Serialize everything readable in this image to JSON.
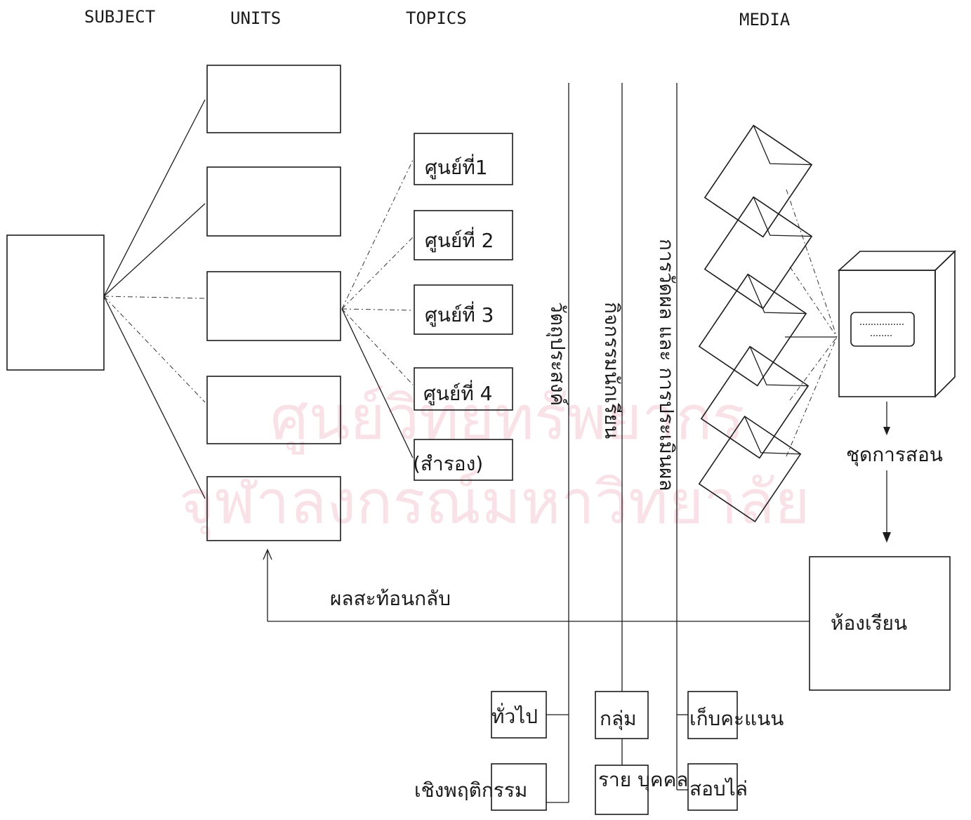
{
  "headers": {
    "subject": "SUBJECT",
    "units": "UNITS",
    "topics": "TOPICS",
    "media": "MEDIA"
  },
  "topics": [
    "ศูนย์ที่1",
    "ศูนย์ที่ 2",
    "ศูนย์ที่ 3",
    "ศูนย์ที่ 4",
    "(สำรอง)"
  ],
  "columns": {
    "objectives": "วัตถุประสงค์",
    "activities": "กิจกรรมนักเรียน",
    "evaluation": "การวัดผล และ การประเมินผล"
  },
  "objective_types": [
    "ทั่วไป",
    "เชิงพฤติกรรม"
  ],
  "activity_types": [
    "กลุ่ม",
    "ราย บุคคล"
  ],
  "evaluation_types": [
    "เก็บคะแนน",
    "สอบไล่"
  ],
  "kit_label": "ชุดการสอน",
  "classroom": "ห้องเรียน",
  "feedback": "ผลสะท้อนกลับ",
  "watermark": [
    "ศูนย์วิทยทรัพยากร",
    "จุฬาลงกรณ์มหาวิทยาลัย"
  ],
  "colors": {
    "ink": "#1c1c1c",
    "watermark": "#f3c9d4",
    "paper": "#ffffff"
  }
}
